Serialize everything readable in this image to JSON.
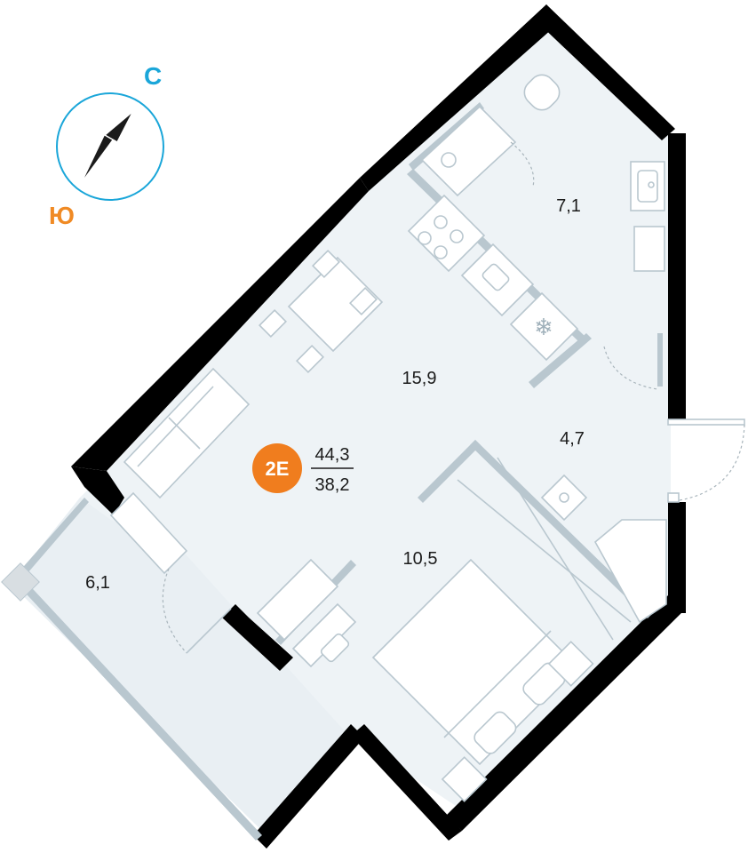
{
  "compass": {
    "north_label": "С",
    "south_label": "Ю",
    "north_color": "#1aa6d9",
    "south_color": "#f08a24"
  },
  "apartment": {
    "code": "2Е",
    "total_area": "44,3",
    "living_area": "38,2",
    "badge_color": "#f07d1e"
  },
  "rooms": {
    "bathroom": "7,1",
    "kitchen_living": "15,9",
    "hallway": "4,7",
    "bedroom": "10,5",
    "balcony": "6,1"
  },
  "icons": {
    "compass": "compass-icon",
    "fridge": "snowflake-icon"
  },
  "colors": {
    "floor": "#eef3f6",
    "wall": "#000000",
    "furniture_stroke": "#b9c7cf"
  }
}
